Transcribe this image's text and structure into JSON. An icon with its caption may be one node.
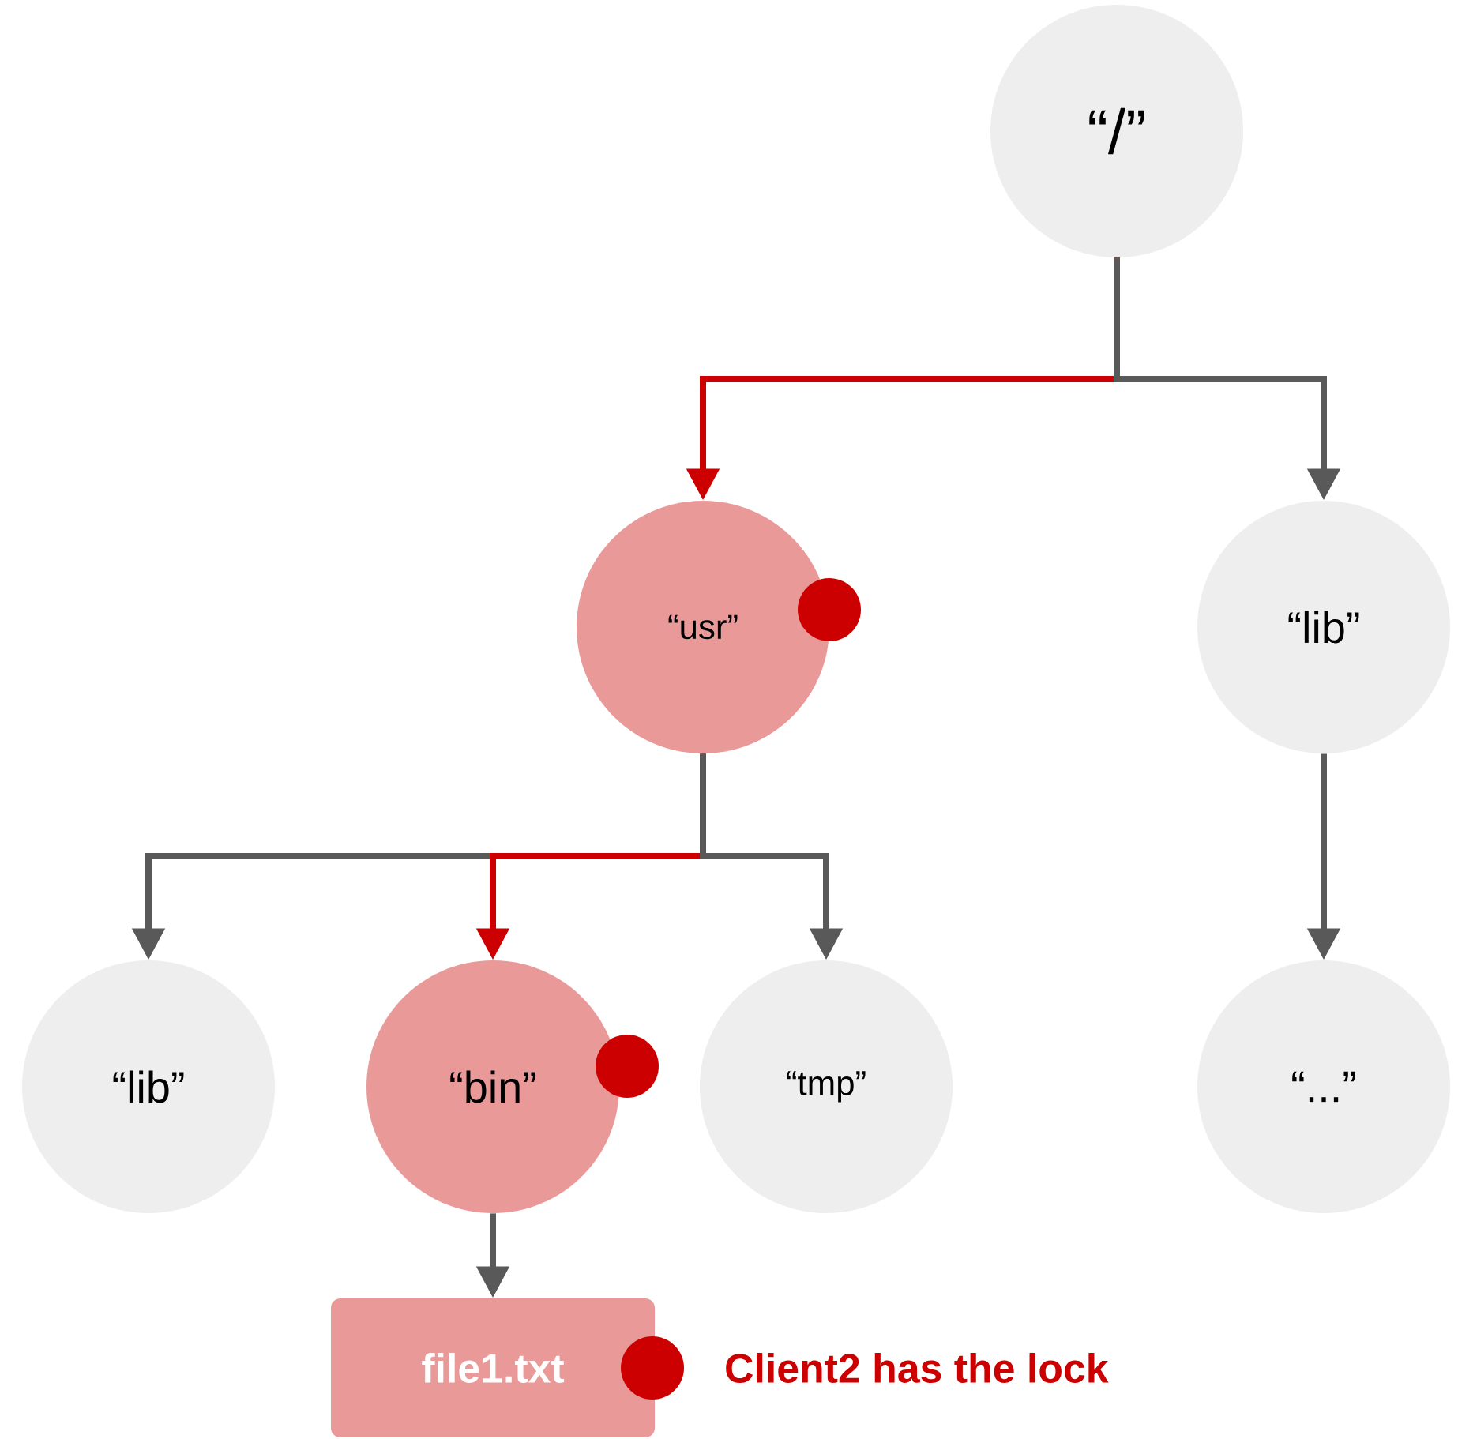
{
  "diagram": {
    "nodes": [
      {
        "text": [
          "“/”"
        ]
      },
      {
        "text": [
          "“usr”"
        ]
      },
      {
        "text": [
          "“lib”"
        ]
      },
      {
        "text": [
          "“lib”"
        ]
      },
      {
        "text": [
          "“bin”"
        ]
      },
      {
        "text": [
          "“tmp”"
        ]
      },
      {
        "text": [
          "“...”"
        ]
      },
      {
        "text": [
          "file1.txt"
        ]
      }
    ],
    "edges": [
      {
        "from": 0,
        "to": 1,
        "arrow": "to",
        "color": "#cc0000"
      },
      {
        "from": 0,
        "to": 2,
        "arrow": "to"
      },
      {
        "from": 1,
        "to": 3,
        "arrow": "to"
      },
      {
        "from": 1,
        "to": 4,
        "arrow": "to",
        "color": "#cc0000"
      },
      {
        "from": 1,
        "to": 5,
        "arrow": "to"
      },
      {
        "from": 2,
        "to": 6,
        "arrow": "to"
      },
      {
        "from": 4,
        "to": 7,
        "arrow": "to"
      }
    ],
    "labels": [
      "Client2 has the lock"
    ]
  }
}
